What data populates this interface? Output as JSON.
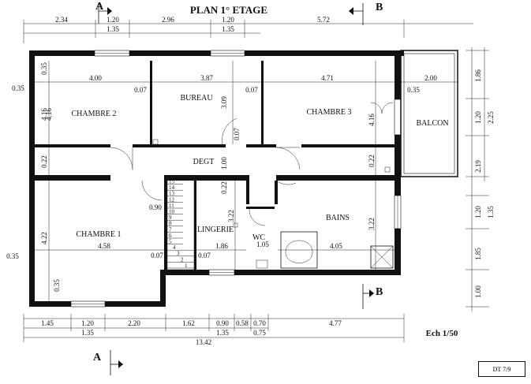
{
  "title": "PLAN 1° ETAGE",
  "scale": "Ech 1/50",
  "sheet_ref": "DT 7/9",
  "section_markers": {
    "a": "A",
    "b": "B"
  },
  "rooms": {
    "chambre2": "CHAMBRE 2",
    "bureau": "BUREAU",
    "chambre3": "CHAMBRE 3",
    "balcon": "BALCON",
    "degt": "DEGT",
    "chambre1": "CHAMBRE 1",
    "lingerie": "LINGERIE",
    "wc": "WC",
    "bains": "BAINS"
  },
  "stair_steps": [
    "15",
    "14",
    "13",
    "12",
    "11",
    "10",
    "9",
    "8",
    "7",
    "6",
    "5",
    "4",
    "3",
    "2",
    "1"
  ],
  "dims": {
    "top_row": [
      "2.34",
      "1.20",
      "2.96",
      "1.20",
      "5.72"
    ],
    "top_sub": [
      "1.35",
      "1.35"
    ],
    "bottom_row": [
      "1.45",
      "1.20",
      "2.20",
      "1.62",
      "0.90",
      "0.58",
      "0.70",
      "4.77"
    ],
    "bottom_sub": [
      "1.35",
      "1.35",
      "0.75"
    ],
    "overall": "13.42",
    "right_col": [
      "1.86",
      "1.20",
      "2.25",
      "2.19",
      "1.20",
      "1.35",
      "1.85",
      "1.00"
    ],
    "ch2_w": "4.00",
    "bureau_w": "3.87",
    "ch3_w": "4.71",
    "balcon_w": "2.00",
    "ch1_w": "4.58",
    "ling_w": "1.86",
    "wc_w": "1.05",
    "bains_w": "4.05",
    "wall_07": "0.07",
    "wall_035": "0.35",
    "wall_022": "0.22",
    "ch2_h": "4.16",
    "ch3_h": "4.16",
    "bureau_h": "3.09",
    "ch1_h": "4.22",
    "ling_h": "3.22",
    "bains_h": "3.22",
    "degt_h": "1.00",
    "stair_w": "0.90",
    "ch2_side": "4.16"
  }
}
